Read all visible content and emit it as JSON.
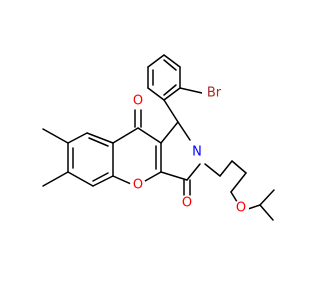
{
  "molecule": {
    "atom_labels": {
      "o_ketone": "O",
      "o_ring": "O",
      "o_lactam": "O",
      "n_ring": "N",
      "o_ether": "O",
      "br": "Br"
    },
    "colors": {
      "bond": "#000000",
      "oxygen": "#ff0000",
      "nitrogen": "#0000ff",
      "bromine": "#a52a2a"
    }
  }
}
